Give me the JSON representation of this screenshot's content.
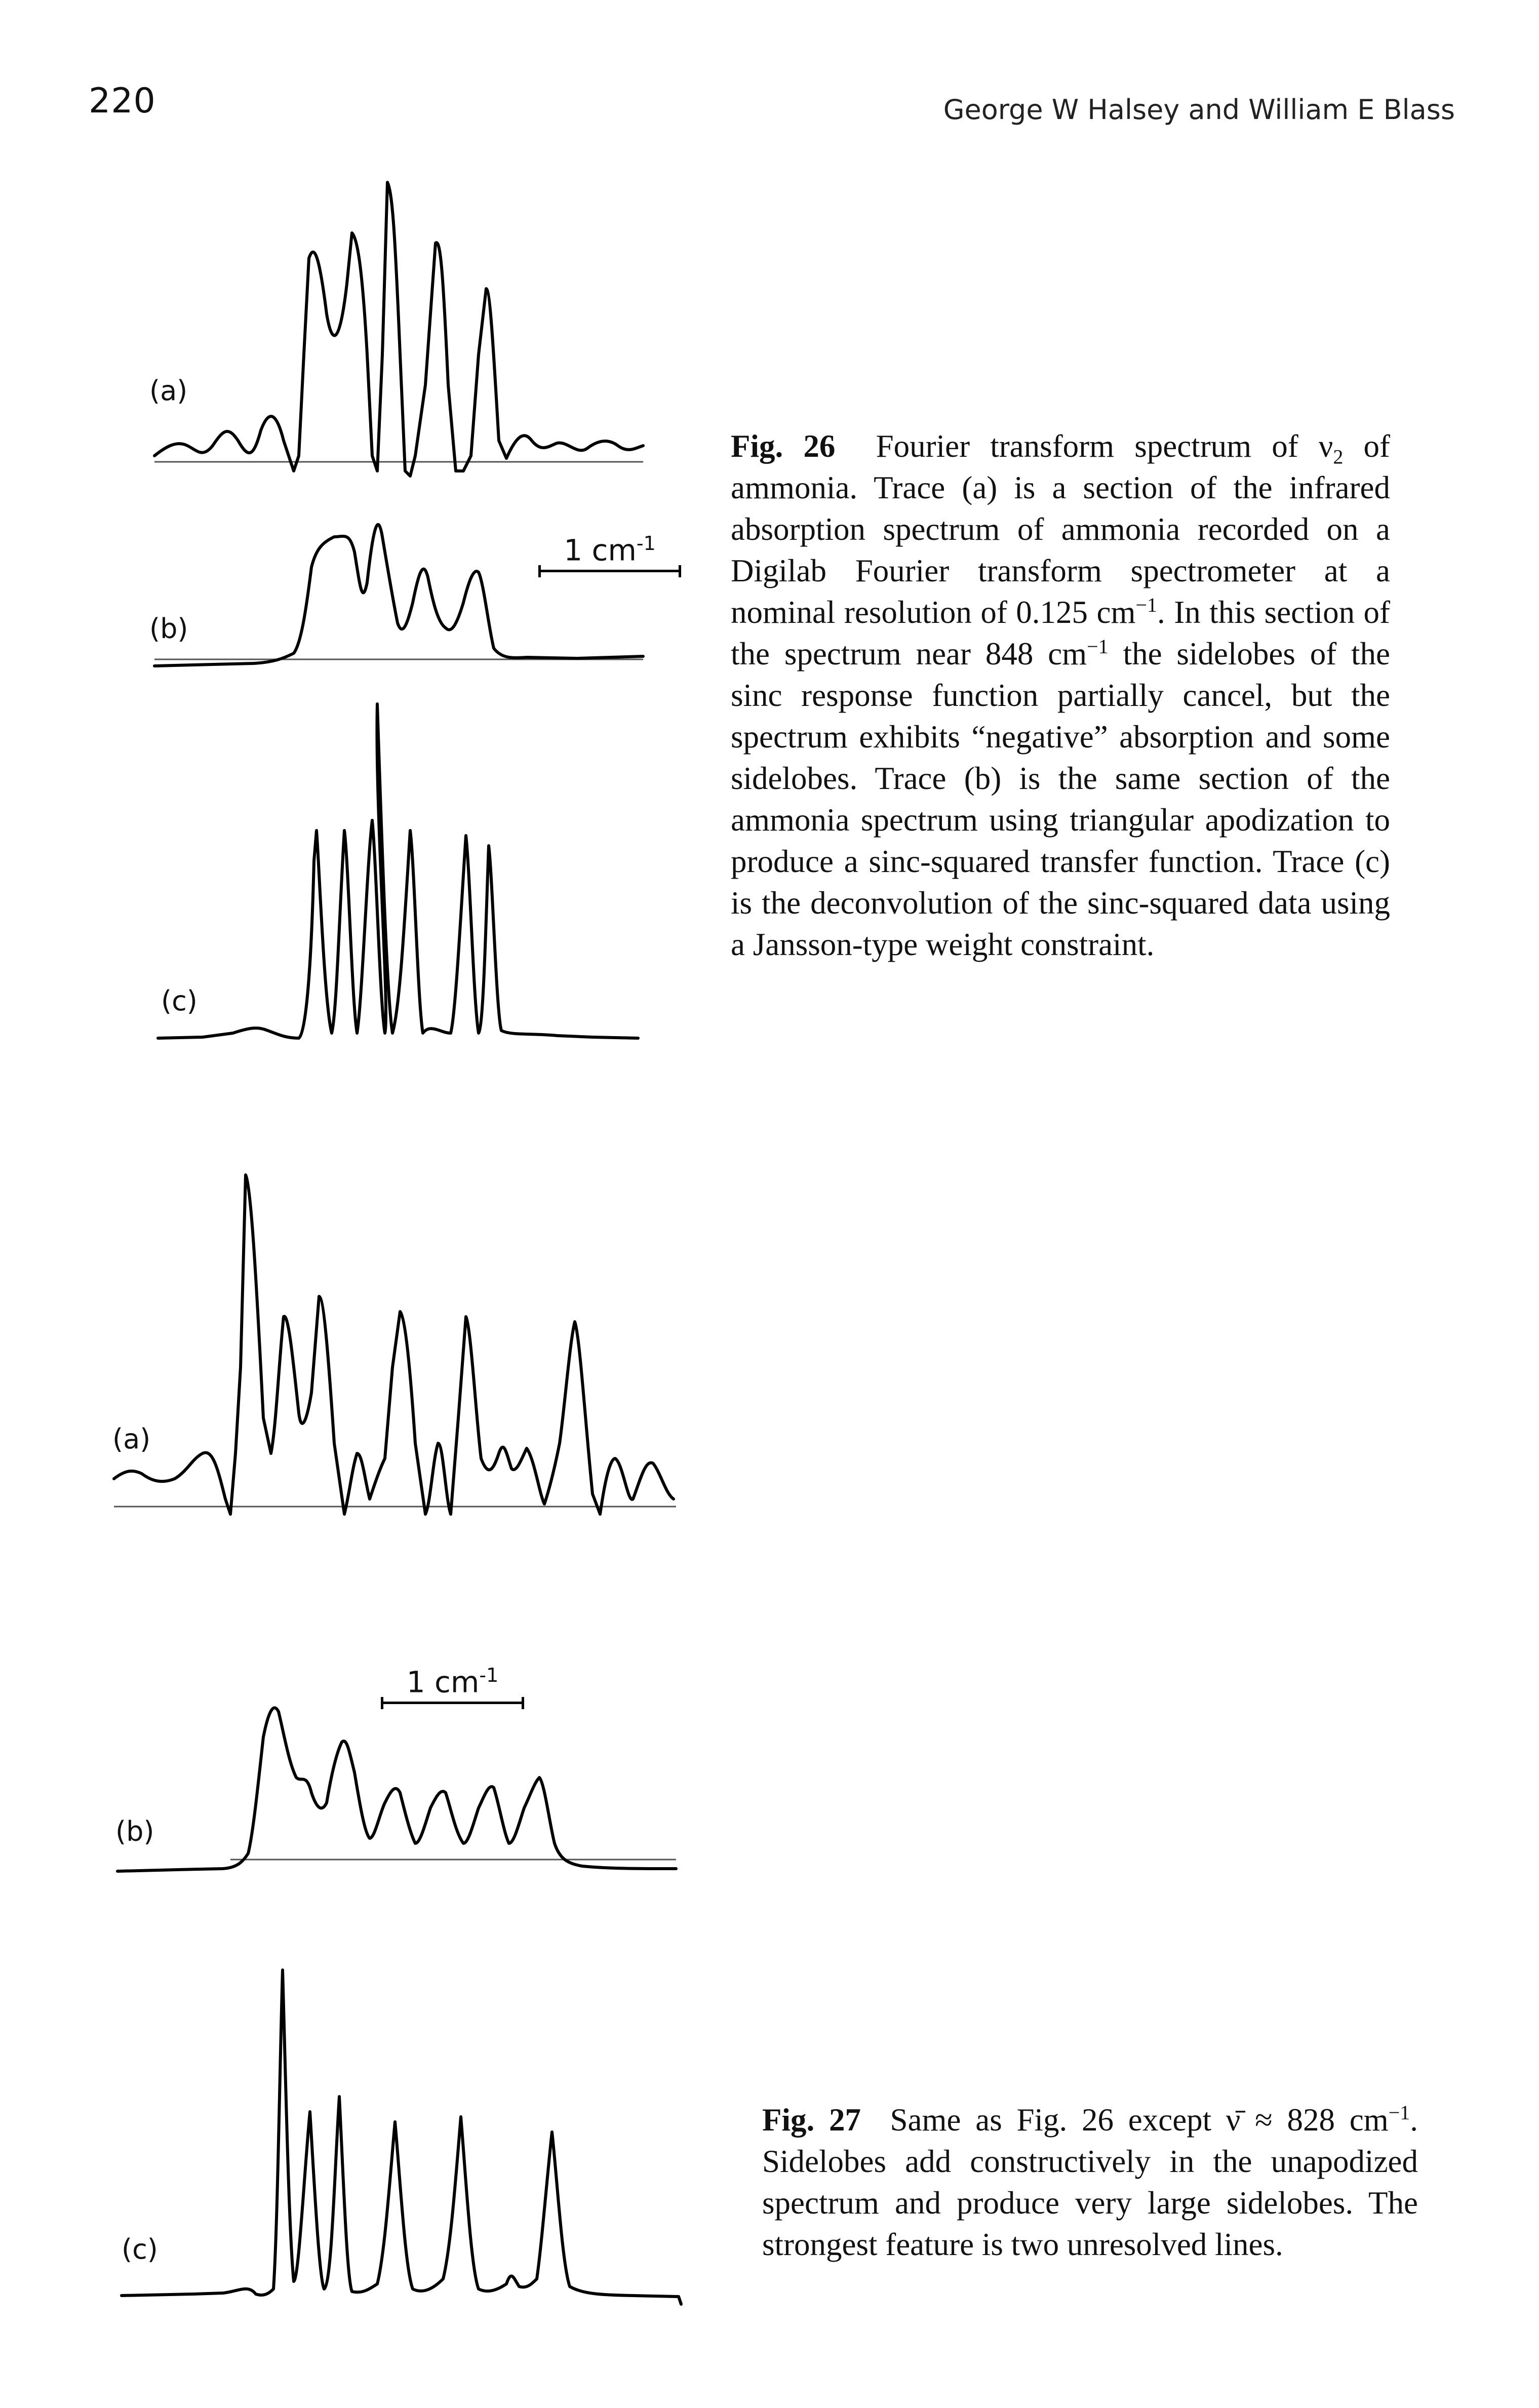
{
  "header": {
    "page_number": "220",
    "authors": "George W Halsey and William E Blass"
  },
  "fig26": {
    "trace_labels": [
      "(a)",
      "(b)",
      "(c)"
    ],
    "scale_text": "1 cm",
    "scale_exp": "-1",
    "caption": {
      "label": "Fig. 26",
      "t1": "Fourier transform spectrum of ν",
      "t1_sub": "2",
      "t2": "of ammonia. Trace (a) is a section of the infrared absorption spectrum of ammonia recorded on a Digilab Fourier transform spectrometer at a nominal resolution of 0.125 cm",
      "t2_sup": "−1",
      "t3": ". In this section of the spectrum near 848 cm",
      "t3_sup": "−1",
      "t4": "the sidelobes of the sinc response function partially cancel, but the spectrum exhibits “negative” absorption and some sidelobes. Trace (b) is the same section of the ammonia spectrum using triangular apodization to produce a sinc-squared transfer function. Trace (c) is the deconvolution of the sinc-squared data using a Jansson-type weight constraint."
    }
  },
  "fig27": {
    "trace_labels": [
      "(a)",
      "(b)",
      "(c)"
    ],
    "scale_text": "1 cm",
    "scale_exp": "-1",
    "caption": {
      "label": "Fig. 27",
      "t1": "Same as Fig. 26 except ν̄ ≈ 828 cm",
      "t1_sup": "−1",
      "t2": ". Sidelobes add constructively in the unapodized spectrum and produce very large sidelobes. The strongest feature is two unresolved lines."
    }
  }
}
